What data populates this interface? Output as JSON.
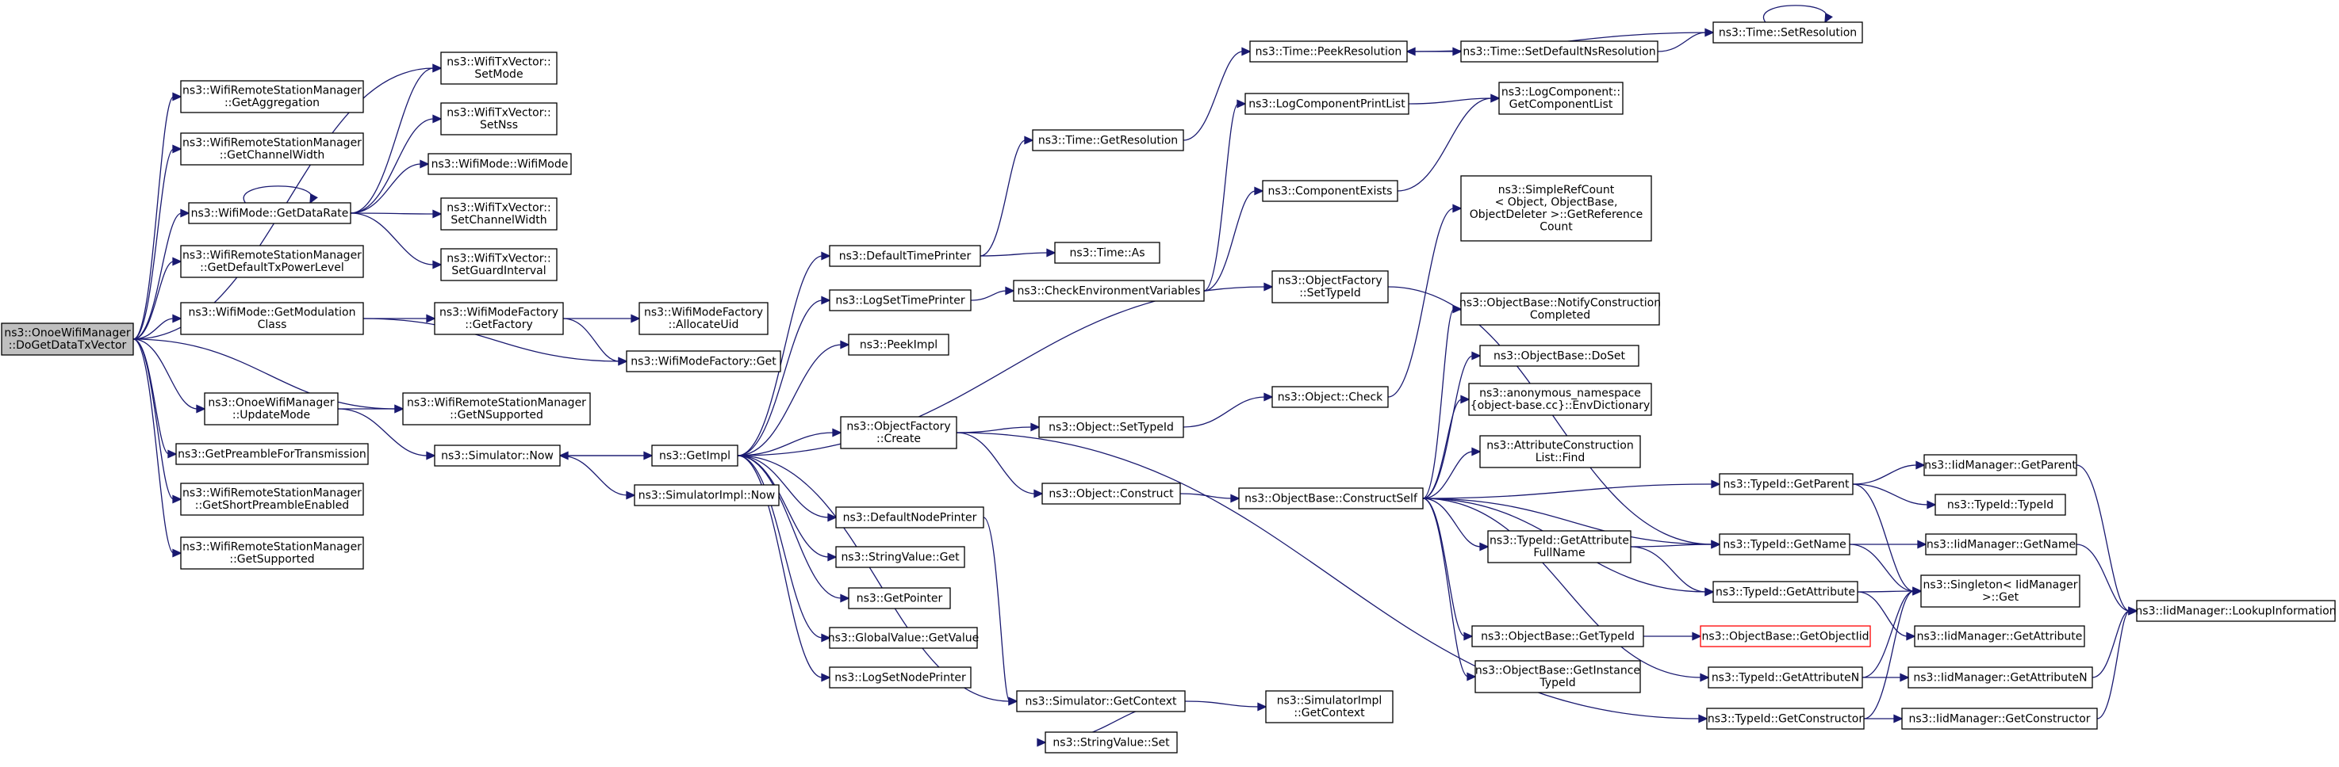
{
  "nodes": [
    {
      "id": "root",
      "lines": [
        "ns3::OnoeWifiManager",
        "::DoGetDataTxVector"
      ],
      "style": "root"
    },
    {
      "id": "getAggregation",
      "lines": [
        "ns3::WifiRemoteStationManager",
        "::GetAggregation"
      ]
    },
    {
      "id": "getChannelWidth",
      "lines": [
        "ns3::WifiRemoteStationManager",
        "::GetChannelWidth"
      ]
    },
    {
      "id": "getDataRate",
      "lines": [
        "ns3::WifiMode::GetDataRate"
      ]
    },
    {
      "id": "getDefaultTxPowerLevel",
      "lines": [
        "ns3::WifiRemoteStationManager",
        "::GetDefaultTxPowerLevel"
      ]
    },
    {
      "id": "getModulationClass",
      "lines": [
        "ns3::WifiMode::GetModulation",
        "Class"
      ]
    },
    {
      "id": "getNSupported",
      "lines": [
        "ns3::WifiRemoteStationManager",
        "::GetNSupported"
      ]
    },
    {
      "id": "updateMode",
      "lines": [
        "ns3::OnoeWifiManager",
        "::UpdateMode"
      ]
    },
    {
      "id": "getPreamble",
      "lines": [
        "ns3::GetPreambleForTransmission"
      ]
    },
    {
      "id": "getShortPreamble",
      "lines": [
        "ns3::WifiRemoteStationManager",
        "::GetShortPreambleEnabled"
      ]
    },
    {
      "id": "getSupported",
      "lines": [
        "ns3::WifiRemoteStationManager",
        "::GetSupported"
      ]
    },
    {
      "id": "setMode",
      "lines": [
        "ns3::WifiTxVector::",
        "SetMode"
      ]
    },
    {
      "id": "setNss",
      "lines": [
        "ns3::WifiTxVector::",
        "SetNss"
      ]
    },
    {
      "id": "wifiModeCtor",
      "lines": [
        "ns3::WifiMode::WifiMode"
      ]
    },
    {
      "id": "setChannelWidth",
      "lines": [
        "ns3::WifiTxVector::",
        "SetChannelWidth"
      ]
    },
    {
      "id": "setGuardInterval",
      "lines": [
        "ns3::WifiTxVector::",
        "SetGuardInterval"
      ]
    },
    {
      "id": "factoryGetFactory",
      "lines": [
        "ns3::WifiModeFactory",
        "::GetFactory"
      ]
    },
    {
      "id": "allocateUid",
      "lines": [
        "ns3::WifiModeFactory",
        "::AllocateUid"
      ]
    },
    {
      "id": "factoryGet",
      "lines": [
        "ns3::WifiModeFactory::Get"
      ]
    },
    {
      "id": "simNow",
      "lines": [
        "ns3::Simulator::Now"
      ]
    },
    {
      "id": "getImpl",
      "lines": [
        "ns3::GetImpl"
      ]
    },
    {
      "id": "simImplNow",
      "lines": [
        "ns3::SimulatorImpl::Now"
      ]
    },
    {
      "id": "defaultTimePrinter",
      "lines": [
        "ns3::DefaultTimePrinter"
      ]
    },
    {
      "id": "logSetTimePrinter",
      "lines": [
        "ns3::LogSetTimePrinter"
      ]
    },
    {
      "id": "peekImpl",
      "lines": [
        "ns3::PeekImpl"
      ]
    },
    {
      "id": "ofCreate",
      "lines": [
        "ns3::ObjectFactory",
        "::Create"
      ]
    },
    {
      "id": "defaultNodePrinter",
      "lines": [
        "ns3::DefaultNodePrinter"
      ]
    },
    {
      "id": "stringValueGet",
      "lines": [
        "ns3::StringValue::Get"
      ]
    },
    {
      "id": "getPointer",
      "lines": [
        "ns3::GetPointer"
      ]
    },
    {
      "id": "globalValueGetValue",
      "lines": [
        "ns3::GlobalValue::GetValue"
      ]
    },
    {
      "id": "logSetNodePrinter",
      "lines": [
        "ns3::LogSetNodePrinter"
      ]
    },
    {
      "id": "timeGetResolution",
      "lines": [
        "ns3::Time::GetResolution"
      ]
    },
    {
      "id": "timeAs",
      "lines": [
        "ns3::Time::As"
      ]
    },
    {
      "id": "checkEnv",
      "lines": [
        "ns3::CheckEnvironmentVariables"
      ]
    },
    {
      "id": "objSetTypeId",
      "lines": [
        "ns3::Object::SetTypeId"
      ]
    },
    {
      "id": "objConstruct",
      "lines": [
        "ns3::Object::Construct"
      ]
    },
    {
      "id": "simGetContext",
      "lines": [
        "ns3::Simulator::GetContext"
      ]
    },
    {
      "id": "stringValueSet",
      "lines": [
        "ns3::StringValue::Set"
      ]
    },
    {
      "id": "peekResolution",
      "lines": [
        "ns3::Time::PeekResolution"
      ]
    },
    {
      "id": "logComponentPrintList",
      "lines": [
        "ns3::LogComponentPrintList"
      ]
    },
    {
      "id": "componentExists",
      "lines": [
        "ns3::ComponentExists"
      ]
    },
    {
      "id": "ofSetTypeId",
      "lines": [
        "ns3::ObjectFactory",
        "::SetTypeId"
      ]
    },
    {
      "id": "objCheck",
      "lines": [
        "ns3::Object::Check"
      ]
    },
    {
      "id": "constructSelf",
      "lines": [
        "ns3::ObjectBase::ConstructSelf"
      ]
    },
    {
      "id": "simImplGetContext",
      "lines": [
        "ns3::SimulatorImpl",
        "::GetContext"
      ]
    },
    {
      "id": "setDefaultNsRes",
      "lines": [
        "ns3::Time::SetDefaultNsResolution"
      ]
    },
    {
      "id": "getComponentList",
      "lines": [
        "ns3::LogComponent::",
        "GetComponentList"
      ]
    },
    {
      "id": "simpleRefCount",
      "lines": [
        "ns3::SimpleRefCount",
        "< Object, ObjectBase,",
        "ObjectDeleter >::GetReference",
        "Count"
      ]
    },
    {
      "id": "notifyConstruction",
      "lines": [
        "ns3::ObjectBase::NotifyConstruction",
        "Completed"
      ]
    },
    {
      "id": "doSet",
      "lines": [
        "ns3::ObjectBase::DoSet"
      ]
    },
    {
      "id": "envDictionary",
      "lines": [
        "ns3::anonymous_namespace",
        "{object-base.cc}::EnvDictionary"
      ]
    },
    {
      "id": "attrConstructFind",
      "lines": [
        "ns3::AttributeConstruction",
        "List::Find"
      ]
    },
    {
      "id": "getAttrFullName",
      "lines": [
        "ns3::TypeId::GetAttribute",
        "FullName"
      ]
    },
    {
      "id": "obGetTypeId",
      "lines": [
        "ns3::ObjectBase::GetTypeId"
      ]
    },
    {
      "id": "getInstanceTypeId",
      "lines": [
        "ns3::ObjectBase::GetInstance",
        "TypeId"
      ]
    },
    {
      "id": "setResolution",
      "lines": [
        "ns3::Time::SetResolution"
      ]
    },
    {
      "id": "tidGetParent",
      "lines": [
        "ns3::TypeId::GetParent"
      ]
    },
    {
      "id": "tidGetName",
      "lines": [
        "ns3::TypeId::GetName"
      ]
    },
    {
      "id": "tidGetAttribute",
      "lines": [
        "ns3::TypeId::GetAttribute"
      ]
    },
    {
      "id": "getObjectIid",
      "lines": [
        "ns3::ObjectBase::GetObjectIid"
      ],
      "style": "red"
    },
    {
      "id": "tidGetAttributeN",
      "lines": [
        "ns3::TypeId::GetAttributeN"
      ]
    },
    {
      "id": "tidGetConstructor",
      "lines": [
        "ns3::TypeId::GetConstructor"
      ]
    },
    {
      "id": "iidGetParent",
      "lines": [
        "ns3::IidManager::GetParent"
      ]
    },
    {
      "id": "tidTypeId",
      "lines": [
        "ns3::TypeId::TypeId"
      ]
    },
    {
      "id": "iidGetName",
      "lines": [
        "ns3::IidManager::GetName"
      ]
    },
    {
      "id": "singletonGet",
      "lines": [
        "ns3::Singleton< IidManager",
        ">::Get"
      ]
    },
    {
      "id": "iidGetAttribute",
      "lines": [
        "ns3::IidManager::GetAttribute"
      ]
    },
    {
      "id": "iidGetAttributeN",
      "lines": [
        "ns3::IidManager::GetAttributeN"
      ]
    },
    {
      "id": "iidGetConstructor",
      "lines": [
        "ns3::IidManager::GetConstructor"
      ]
    },
    {
      "id": "lookupInfo",
      "lines": [
        "ns3::IidManager::LookupInformation"
      ]
    }
  ],
  "edges": [
    [
      "root",
      "getAggregation"
    ],
    [
      "root",
      "getChannelWidth"
    ],
    [
      "root",
      "getDataRate"
    ],
    [
      "root",
      "getDefaultTxPowerLevel"
    ],
    [
      "root",
      "getModulationClass"
    ],
    [
      "root",
      "getNSupported"
    ],
    [
      "root",
      "updateMode"
    ],
    [
      "root",
      "getPreamble"
    ],
    [
      "root",
      "getShortPreamble"
    ],
    [
      "root",
      "getSupported"
    ],
    [
      "root",
      "setMode"
    ],
    [
      "getDataRate",
      "getDataRate"
    ],
    [
      "getDataRate",
      "setMode"
    ],
    [
      "getDataRate",
      "setNss"
    ],
    [
      "getDataRate",
      "wifiModeCtor"
    ],
    [
      "getDataRate",
      "setChannelWidth"
    ],
    [
      "getDataRate",
      "setGuardInterval"
    ],
    [
      "getModulationClass",
      "factoryGetFactory"
    ],
    [
      "getModulationClass",
      "factoryGet"
    ],
    [
      "factoryGetFactory",
      "allocateUid"
    ],
    [
      "factoryGetFactory",
      "factoryGet"
    ],
    [
      "updateMode",
      "getNSupported"
    ],
    [
      "updateMode",
      "simNow"
    ],
    [
      "simNow",
      "getImpl"
    ],
    [
      "simNow",
      "simImplNow"
    ],
    [
      "getImpl",
      "defaultTimePrinter"
    ],
    [
      "getImpl",
      "logSetTimePrinter"
    ],
    [
      "getImpl",
      "peekImpl"
    ],
    [
      "getImpl",
      "ofCreate"
    ],
    [
      "getImpl",
      "defaultNodePrinter"
    ],
    [
      "getImpl",
      "stringValueGet"
    ],
    [
      "getImpl",
      "getPointer"
    ],
    [
      "getImpl",
      "globalValueGetValue"
    ],
    [
      "getImpl",
      "logSetNodePrinter"
    ],
    [
      "getImpl",
      "simGetContext"
    ],
    [
      "getImpl",
      "ofSetTypeId"
    ],
    [
      "getImpl",
      "simNow"
    ],
    [
      "defaultTimePrinter",
      "timeGetResolution"
    ],
    [
      "defaultTimePrinter",
      "timeAs"
    ],
    [
      "logSetTimePrinter",
      "checkEnv"
    ],
    [
      "timeGetResolution",
      "peekResolution"
    ],
    [
      "checkEnv",
      "logComponentPrintList"
    ],
    [
      "checkEnv",
      "componentExists"
    ],
    [
      "ofCreate",
      "objSetTypeId"
    ],
    [
      "ofCreate",
      "objConstruct"
    ],
    [
      "ofCreate",
      "tidGetConstructor"
    ],
    [
      "defaultNodePrinter",
      "simGetContext"
    ],
    [
      "simGetContext",
      "simImplGetContext"
    ],
    [
      "simGetContext",
      "stringValueSet"
    ],
    [
      "peekResolution",
      "setDefaultNsRes"
    ],
    [
      "setDefaultNsRes",
      "setResolution"
    ],
    [
      "setResolution",
      "setResolution"
    ],
    [
      "setResolution",
      "peekResolution"
    ],
    [
      "logComponentPrintList",
      "getComponentList"
    ],
    [
      "componentExists",
      "getComponentList"
    ],
    [
      "ofSetTypeId",
      "tidGetName"
    ],
    [
      "objSetTypeId",
      "objCheck"
    ],
    [
      "objConstruct",
      "constructSelf"
    ],
    [
      "objCheck",
      "simpleRefCount"
    ],
    [
      "constructSelf",
      "notifyConstruction"
    ],
    [
      "constructSelf",
      "doSet"
    ],
    [
      "constructSelf",
      "envDictionary"
    ],
    [
      "constructSelf",
      "attrConstructFind"
    ],
    [
      "constructSelf",
      "getAttrFullName"
    ],
    [
      "constructSelf",
      "obGetTypeId"
    ],
    [
      "constructSelf",
      "getInstanceTypeId"
    ],
    [
      "constructSelf",
      "tidGetParent"
    ],
    [
      "constructSelf",
      "tidGetName"
    ],
    [
      "constructSelf",
      "tidGetAttribute"
    ],
    [
      "constructSelf",
      "tidGetAttributeN"
    ],
    [
      "getAttrFullName",
      "tidGetName"
    ],
    [
      "getAttrFullName",
      "tidGetAttribute"
    ],
    [
      "obGetTypeId",
      "getObjectIid"
    ],
    [
      "tidGetParent",
      "iidGetParent"
    ],
    [
      "tidGetParent",
      "tidTypeId"
    ],
    [
      "tidGetParent",
      "singletonGet"
    ],
    [
      "tidGetName",
      "iidGetName"
    ],
    [
      "tidGetName",
      "singletonGet"
    ],
    [
      "tidGetAttribute",
      "singletonGet"
    ],
    [
      "tidGetAttribute",
      "iidGetAttribute"
    ],
    [
      "tidGetAttributeN",
      "singletonGet"
    ],
    [
      "tidGetAttributeN",
      "iidGetAttributeN"
    ],
    [
      "tidGetConstructor",
      "singletonGet"
    ],
    [
      "tidGetConstructor",
      "iidGetConstructor"
    ],
    [
      "iidGetParent",
      "lookupInfo"
    ],
    [
      "iidGetName",
      "lookupInfo"
    ],
    [
      "iidGetAttributeN",
      "lookupInfo"
    ],
    [
      "iidGetConstructor",
      "lookupInfo"
    ]
  ]
}
